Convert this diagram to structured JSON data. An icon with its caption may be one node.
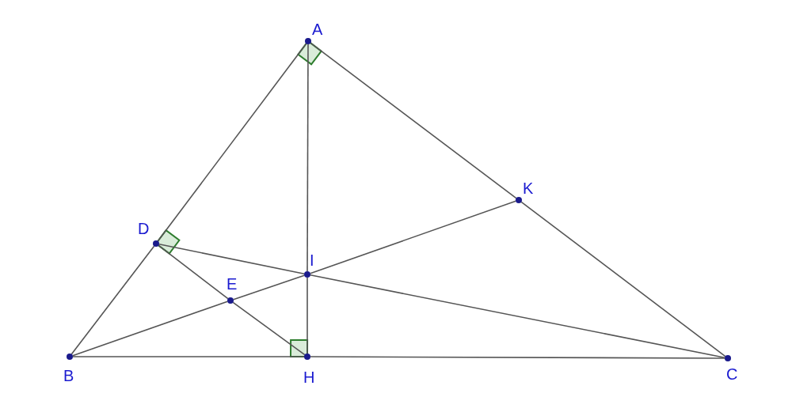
{
  "diagram": {
    "nodes": [
      {
        "text": [
          "A"
        ]
      },
      {
        "text": [
          "K"
        ]
      },
      {
        "text": [
          "D"
        ]
      },
      {
        "text": [
          "I"
        ]
      },
      {
        "text": [
          "E"
        ]
      },
      {
        "text": [
          "B"
        ]
      },
      {
        "text": [
          "H"
        ]
      },
      {
        "text": [
          "C"
        ]
      }
    ],
    "edges": [
      {
        "from": 0,
        "to": 2,
        "arrow": "none"
      },
      {
        "from": 2,
        "to": 5,
        "arrow": "none"
      },
      {
        "from": 0,
        "to": 1,
        "arrow": "none"
      },
      {
        "from": 1,
        "to": 7,
        "arrow": "none"
      },
      {
        "from": 5,
        "to": 6,
        "arrow": "none"
      },
      {
        "from": 6,
        "to": 7,
        "arrow": "none"
      },
      {
        "from": 0,
        "to": 3,
        "arrow": "none"
      },
      {
        "from": 3,
        "to": 6,
        "arrow": "none"
      },
      {
        "from": 2,
        "to": 4,
        "arrow": "none"
      },
      {
        "from": 4,
        "to": 6,
        "arrow": "none"
      },
      {
        "from": 5,
        "to": 4,
        "arrow": "none"
      },
      {
        "from": 4,
        "to": 3,
        "arrow": "none"
      },
      {
        "from": 3,
        "to": 1,
        "arrow": "none"
      },
      {
        "from": 2,
        "to": 3,
        "arrow": "none"
      },
      {
        "from": 3,
        "to": 7,
        "arrow": "none"
      }
    ]
  }
}
